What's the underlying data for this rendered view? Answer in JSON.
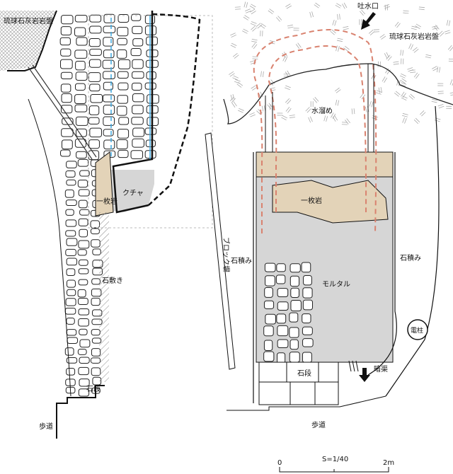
{
  "left_plan": {
    "bedrock_label": "琉球石灰岩岩盤",
    "kucha_label": "クチャ",
    "monolith_label": "一枚岩",
    "paving_label": "石敷き",
    "steps_label": "石段",
    "sidewalk_label": "歩道"
  },
  "right_plan": {
    "spout_label": "吐水口",
    "bedrock_label": "琉球石灰岩岩盤",
    "basin_label": "水溜め",
    "monolith_label": "一枚岩",
    "masonry_left_label": "石積み",
    "masonry_right_label": "石積み",
    "block_wall_label": "ブロック塀",
    "mortar_label": "モルタル",
    "pole_label": "電柱",
    "steps_label": "石段",
    "culvert_label": "暗渠",
    "sidewalk_label": "歩道"
  },
  "scale_bar": {
    "start_label": "0",
    "scale_label": "S=1/40",
    "end_label": "2m"
  },
  "colors": {
    "channel_dashed": "#d9826f",
    "tan": "#e3d3b8",
    "gray": "#d6d6d6",
    "water_line": "#3fa9e0"
  }
}
